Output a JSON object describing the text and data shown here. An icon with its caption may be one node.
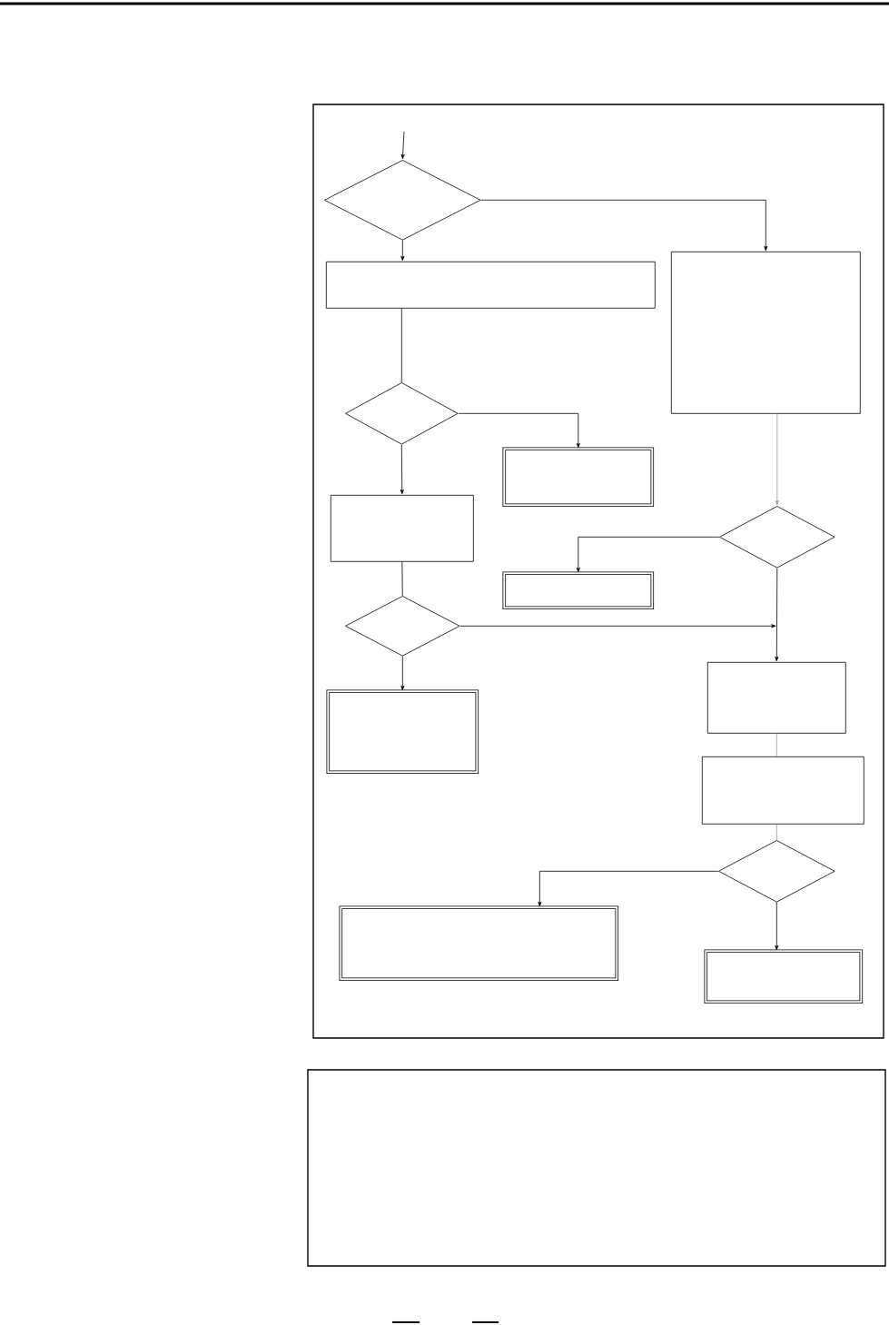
{
  "diagram": {
    "nodes": [
      {
        "text": [],
        "shape": "box"
      },
      {
        "text": [],
        "shape": "diamond",
        "in": 0
      },
      {
        "text": [],
        "shape": "box",
        "in": 0
      },
      {
        "text": [],
        "shape": "box",
        "in": 0
      },
      {
        "text": [],
        "shape": "diamond",
        "in": 0
      },
      {
        "text": [],
        "shape": "box",
        "in": 0
      },
      {
        "text": [],
        "shape": "box",
        "in": 0
      },
      {
        "text": [],
        "shape": "diamond",
        "in": 0
      },
      {
        "text": [],
        "shape": "box",
        "in": 0
      },
      {
        "text": [],
        "shape": "diamond",
        "in": 0
      },
      {
        "text": [],
        "shape": "box",
        "in": 0
      },
      {
        "text": [],
        "shape": "box",
        "in": 0
      },
      {
        "text": [],
        "shape": "box",
        "in": 0
      },
      {
        "text": [],
        "shape": "diamond",
        "in": 0
      },
      {
        "text": [],
        "shape": "box",
        "in": 0
      },
      {
        "text": [],
        "shape": "box",
        "in": 0
      },
      {
        "text": [],
        "shape": "box"
      }
    ],
    "edges": [
      {
        "from": null,
        "to": 1,
        "arrow": "to"
      },
      {
        "from": 1,
        "to": 3,
        "arrow": "to"
      },
      {
        "from": 1,
        "to": 2,
        "arrow": "to"
      },
      {
        "from": 2,
        "to": 4,
        "arrow": "none"
      },
      {
        "from": 4,
        "to": 5,
        "arrow": "to"
      },
      {
        "from": 4,
        "to": 6,
        "arrow": "to"
      },
      {
        "from": 6,
        "to": 9,
        "arrow": "none"
      },
      {
        "from": 3,
        "to": 7,
        "arrow": "to",
        "color": "#999999"
      },
      {
        "from": 7,
        "to": 8,
        "arrow": "to"
      },
      {
        "from": 9,
        "to": 10,
        "arrow": "to"
      },
      {
        "from": 7,
        "to": 10,
        "arrow": "to"
      },
      {
        "from": 9,
        "to": 11,
        "arrow": "to"
      },
      {
        "from": 10,
        "to": 12,
        "arrow": "none",
        "color": "#999999"
      },
      {
        "from": 12,
        "to": 13,
        "arrow": "none",
        "color": "#999999"
      },
      {
        "from": 13,
        "to": 14,
        "arrow": "to"
      },
      {
        "from": 13,
        "to": 15,
        "arrow": "to"
      }
    ]
  }
}
